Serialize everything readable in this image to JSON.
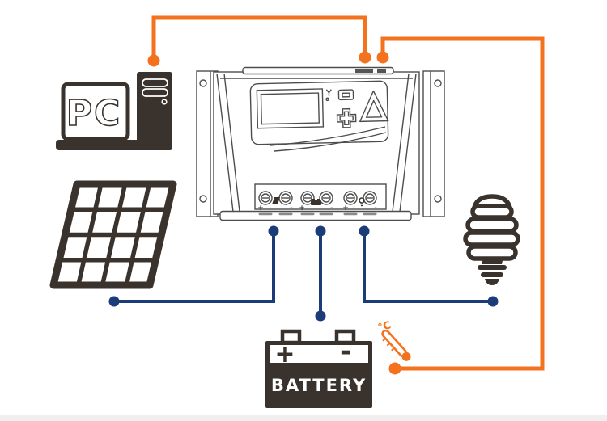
{
  "colors": {
    "wire-orange": "#F4711D",
    "wire-navy": "#1B3C78",
    "icon-dark": "#3A322C",
    "line-gray": "#4D4D4D",
    "slot-gray": "#8A8A8A",
    "footer-gray": "#F0EFED"
  },
  "pc": {
    "label": "PC"
  },
  "battery": {
    "label": "BATTERY",
    "plus": "+",
    "minus": "-"
  },
  "temp_sensor": {
    "unit": "°C"
  },
  "controller": {
    "terminals": [
      {
        "sign": "+"
      },
      {
        "sign": "-"
      },
      {
        "sign": "+"
      },
      {
        "sign": "-"
      },
      {
        "sign": "+"
      },
      {
        "sign": "-"
      }
    ]
  },
  "connections": [
    {
      "from": "pc",
      "to": "controller-com-port",
      "color": "orange"
    },
    {
      "from": "controller-temp-port",
      "to": "temperature-sensor",
      "color": "orange"
    },
    {
      "from": "solar-panel",
      "to": "controller-pv-terminals",
      "color": "navy"
    },
    {
      "from": "battery",
      "to": "controller-battery-terminals",
      "color": "navy"
    },
    {
      "from": "load-bulb",
      "to": "controller-load-terminals",
      "color": "navy"
    }
  ]
}
